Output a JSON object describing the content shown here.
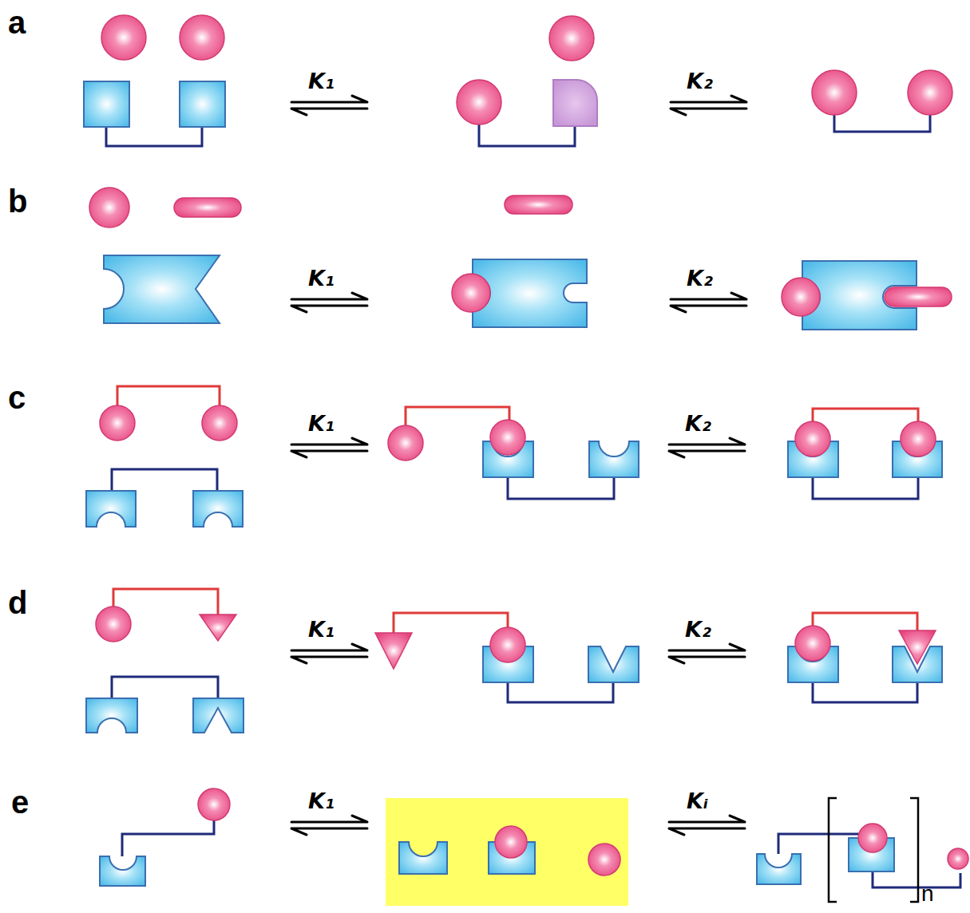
{
  "diagram": {
    "labels": [
      "a",
      "K₁",
      "K₂",
      "b",
      "K₁",
      "K₂",
      "c",
      "K₁",
      "K₂",
      "d",
      "K₁",
      "K₂",
      "e",
      "K₁",
      "Kᵢ",
      "n"
    ]
  }
}
